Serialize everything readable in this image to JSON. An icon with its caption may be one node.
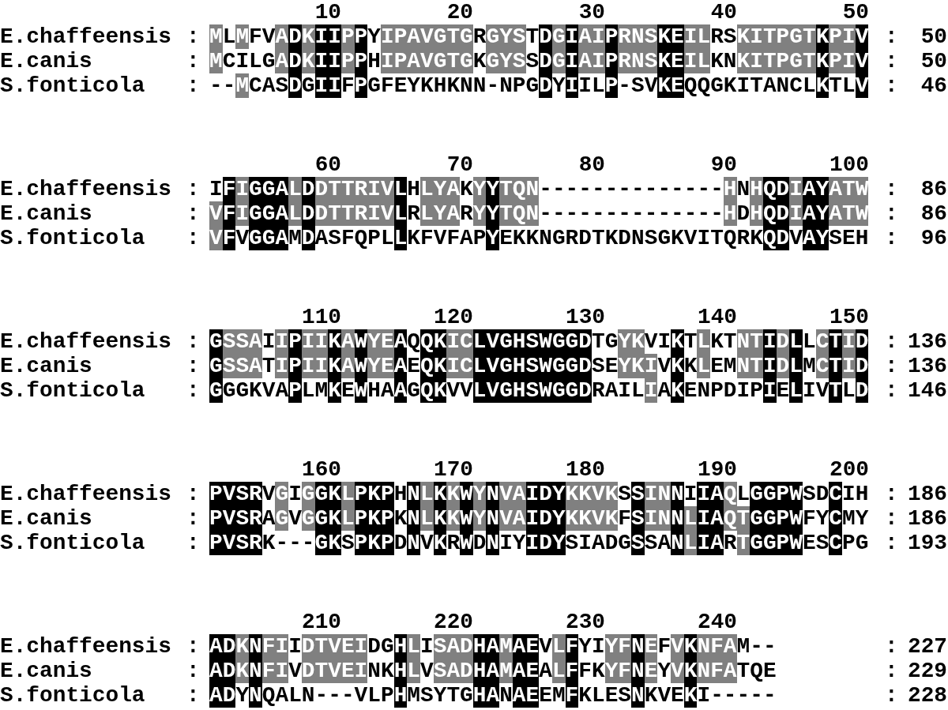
{
  "diagram": {
    "labels": [
      "10",
      "20",
      "30",
      "40",
      "50",
      "E.chaffeensis",
      ":",
      "MLMFVADKIIPPYIPAVGTGRGYSTDGIAIPRNSKEILRSKITPGTKPIV",
      ":",
      "50",
      "E.canis",
      ":",
      "MCILGADKIIPPHIPAVGTGKGYSSDGIAIPRNSKEILKNKITPGTKPIV",
      ":",
      "50",
      "S.fonticola",
      ":",
      "--MCASDGIIFPGFEYKHKNN-NPGDYIILP-SVKEQQGKITANCLKTLV",
      ":",
      "46",
      "60",
      "70",
      "80",
      "90",
      "100",
      "E.chaffeensis",
      ":",
      "IFIGGALDDTTRIVLHLYAKYYTQN--------------HNHQDIAYATW",
      ":",
      "86",
      "E.canis",
      ":",
      "VFIGGALDDTTRIVLRLYARYYTQN--------------HDHQDIAYATW",
      ":",
      "86",
      "S.fonticola",
      ":",
      "VFVGGAMDASFQPLLKFVFAPYEKKNGRDTKDNSGKVITQRKQDVAYSEH",
      ":",
      "96",
      "110",
      "120",
      "130",
      "140",
      "150",
      "E.chaffeensis",
      ":",
      "GSSAIIPIIKAWYEAQQKICLVGHSWGGDTGYKVIKTLKTNTIDLLCTID",
      ":",
      "136",
      "E.canis",
      ":",
      "GSSATIPIIKAWYEAEQKICLVGHSWGGDSEYKIVKKLEMNTIDLMCTID",
      ":",
      "136",
      "S.fonticola",
      ":",
      "GGGKVAPLMKEWHAAGQKVVLVGHSWGGDRAILIAKENPDIPIELIVTLD",
      ":",
      "146",
      "160",
      "170",
      "180",
      "190",
      "200",
      "E.chaffeensis",
      ":",
      "PVSRVGIGGKLPKPHNLKKWYNVAIDYKKVKSSINNIIAQLGGPWSDCIH",
      ":",
      "186",
      "E.canis",
      ":",
      "PVSRAGVGGKLPKPKNLKKWYNVAIDYKKVKFSINNLIAQTGGPWFYCMY",
      ":",
      "186",
      "S.fonticola",
      ":",
      "PVSRK---GKSPKPDNVKRWDNIYIDYSIADGSSANLIARTGGPWESCPG",
      ":",
      "193",
      "210",
      "220",
      "230",
      "240",
      "E.chaffeensis",
      ":",
      "ADKNFIIDTVEIDGHLISADHAMAEVLFYIYFNEFVKNFAM--",
      ":",
      "227",
      "E.canis",
      ":",
      "ADKNFIVDTVEINKHLVSADHAMAEALFFKYFNEYVKNFATQE",
      ":",
      "229",
      "S.fonticola",
      ":",
      "ADYNQALN---VLPHMSYTGHANAEEMFKLESNKVEKI-----",
      ":",
      "228"
    ]
  }
}
